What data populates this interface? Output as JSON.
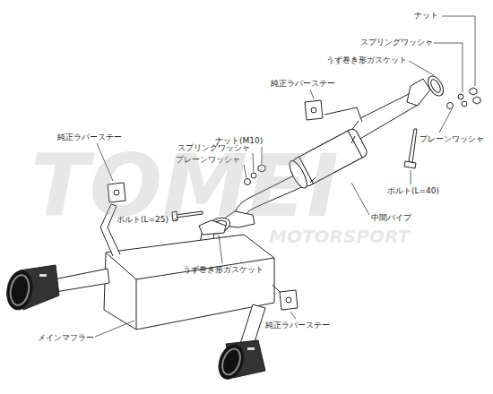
{
  "diagram": {
    "labels": [
      "ナット",
      "スプリングワッシャ",
      "うず巻き形ガスケット",
      "純正ラバーステー",
      "ナット(M10)",
      "スプリングワッシャ",
      "プレーンワッシャ",
      "純正ラバーステー",
      "プレーンワッシャ",
      "ボルト(L=40)",
      "中間パイプ",
      "ボルト(L=25)",
      "うず巻き形ガスケット",
      "メインマフラー",
      "純正ラバーステー",
      "TOMEI",
      "MOTORSPORT"
    ]
  }
}
